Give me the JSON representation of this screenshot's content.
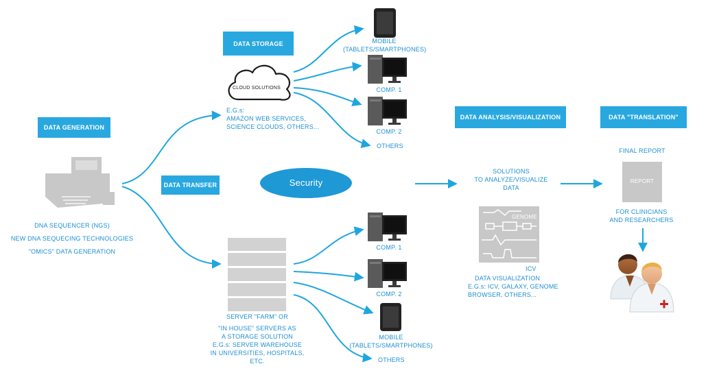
{
  "colors": {
    "accent": "#29a8e0",
    "arrow": "#1ea6df",
    "text": "#1e8fd0",
    "gray": "#c8c8c8",
    "dark": "#2a2a2a"
  },
  "stages": {
    "generation": "DATA GENERATION",
    "storage": "DATA STORAGE",
    "transfer": "DATA TRANSFER",
    "analysis": "DATA ANALYSIS/VISUALIZATION",
    "translation": "DATA \"TRANSLATION\""
  },
  "sequencer": {
    "lines": [
      "DNA SEQUENCER (NGS)",
      "NEW DNA SEQUECING TECHNOLOGIES",
      "\"OMICS\" DATA GENERATION"
    ]
  },
  "cloud": {
    "label": "CLOUD SOLUTIONS",
    "examples": [
      "E.G.s:",
      "AMAZON WEB SERVICES,",
      "SCIENCE CLOUDS, OTHERS..."
    ]
  },
  "cloud_targets": {
    "mobile": [
      "MOBILE",
      "(TABLETS/SMARTPHONES)"
    ],
    "comp1": "COMP. 1",
    "comp2": "COMP. 2",
    "others": "OTHERS"
  },
  "security": "Security",
  "server_farm": {
    "lines": [
      "SERVER \"FARM\" OR",
      "\"IN HOUSE\" SERVERS AS",
      "A STORAGE SOLUTION"
    ],
    "examples": [
      "E.G.s: SERVER WAREHOUSE",
      "IN UNIVERSITIES, HOSPITALS,",
      "ETC."
    ]
  },
  "server_targets": {
    "comp1": "COMP. 1",
    "comp2": "COMP. 2",
    "mobile": [
      "MOBILE",
      "(TABLETS/SMARTPHONES)"
    ],
    "others": "OTHERS"
  },
  "analysis": {
    "solutions": [
      "SOLUTIONS",
      "TO ANALYZE/VISUALIZE",
      "DATA"
    ],
    "genome_label": "GENOME",
    "icv_label": "ICV",
    "visualization": [
      "DATA VISUALIZATION",
      "E.G.s: ICV, GALAXY, GENOME",
      "BROWSER, OTHERS..."
    ]
  },
  "translation": {
    "final_report": "FINAL REPORT",
    "report": "REPORT",
    "audience": [
      "FOR CLINICIANS",
      "AND RESEARCHERS"
    ]
  }
}
